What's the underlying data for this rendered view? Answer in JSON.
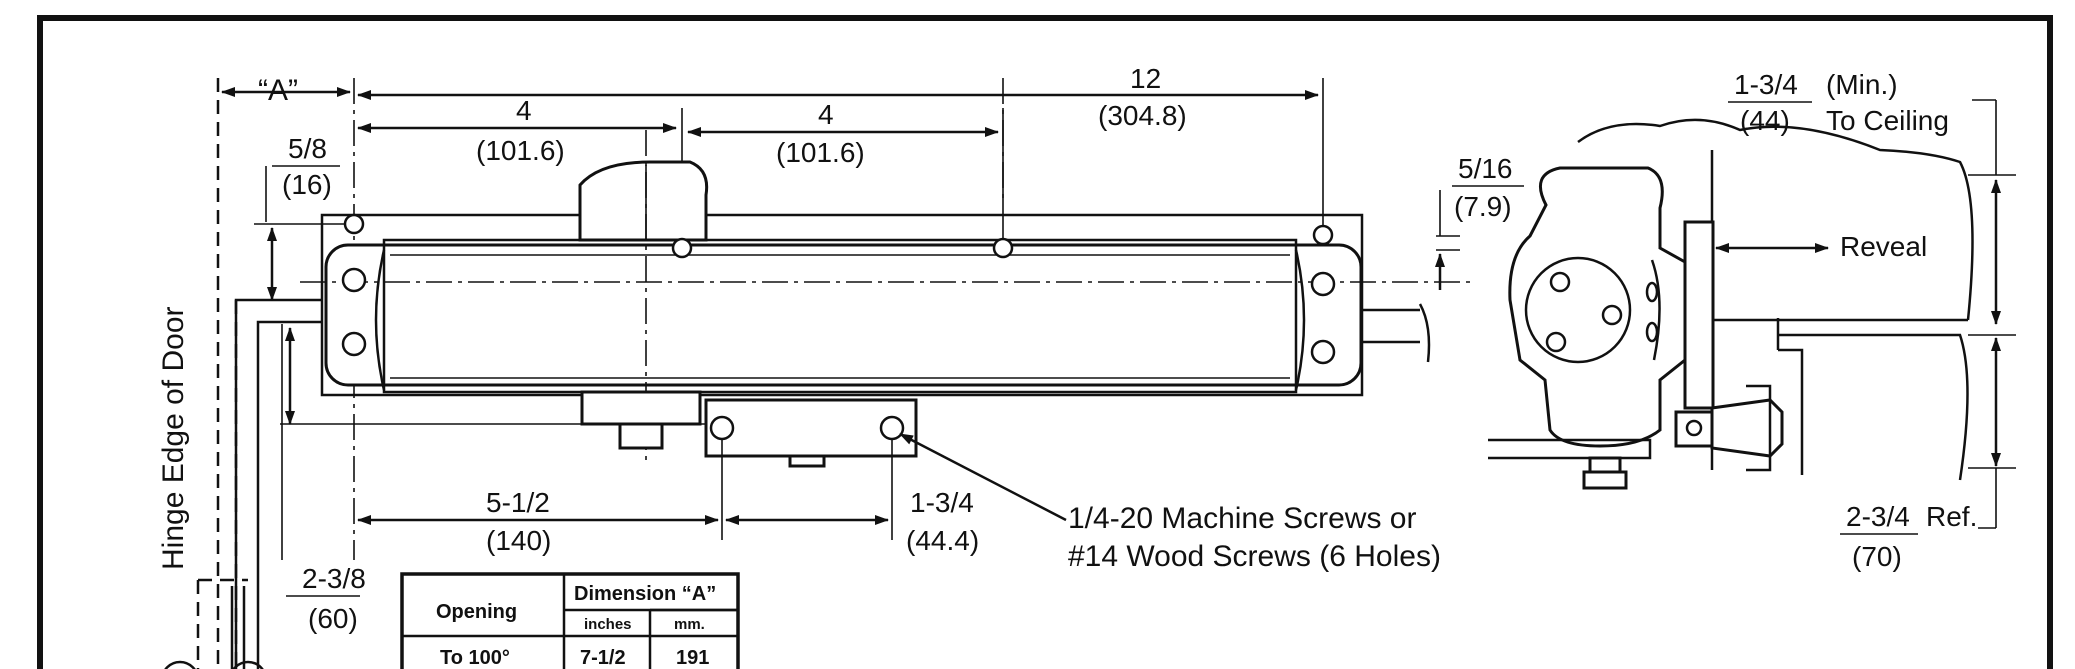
{
  "diagram": {
    "dimensions": {
      "a_label": "“A”",
      "twelve": "12",
      "twelve_mm": "(304.8)",
      "four_left": "4",
      "four_left_mm": "(101.6)",
      "four_right": "4",
      "four_right_mm": "(101.6)",
      "five_eighths": "5/8",
      "five_eighths_mm": "(16)",
      "five_sixteenths": "5/16",
      "five_sixteenths_mm": "(7.9)",
      "five_half": "5-1/2",
      "five_half_mm": "(140)",
      "one_three_quarter": "1-3/4",
      "one_three_quarter_mm": "(44.4)",
      "two_three_eighths": "2-3/8",
      "two_three_eighths_mm": "(60)",
      "ceiling_in": "1-3/4",
      "ceiling_mm": "(44)",
      "ceiling_min": "(Min.)",
      "ceiling_to": "To Ceiling",
      "reveal": "Reveal",
      "ref_in": "2-3/4",
      "ref_word": "Ref.",
      "ref_mm": "(70)"
    },
    "labels": {
      "hinge_edge": "Hinge Edge of Door",
      "screws_line1": "1/4-20 Machine Screws or",
      "screws_line2": "#14 Wood Screws (6 Holes)"
    },
    "table": {
      "col_opening": "Opening",
      "col_dimension": "Dimension “A”",
      "sub_inches": "inches",
      "sub_mm": "mm.",
      "rows": [
        {
          "opening": "To 100°",
          "inches": "7-1/2",
          "mm": "191"
        }
      ]
    }
  }
}
